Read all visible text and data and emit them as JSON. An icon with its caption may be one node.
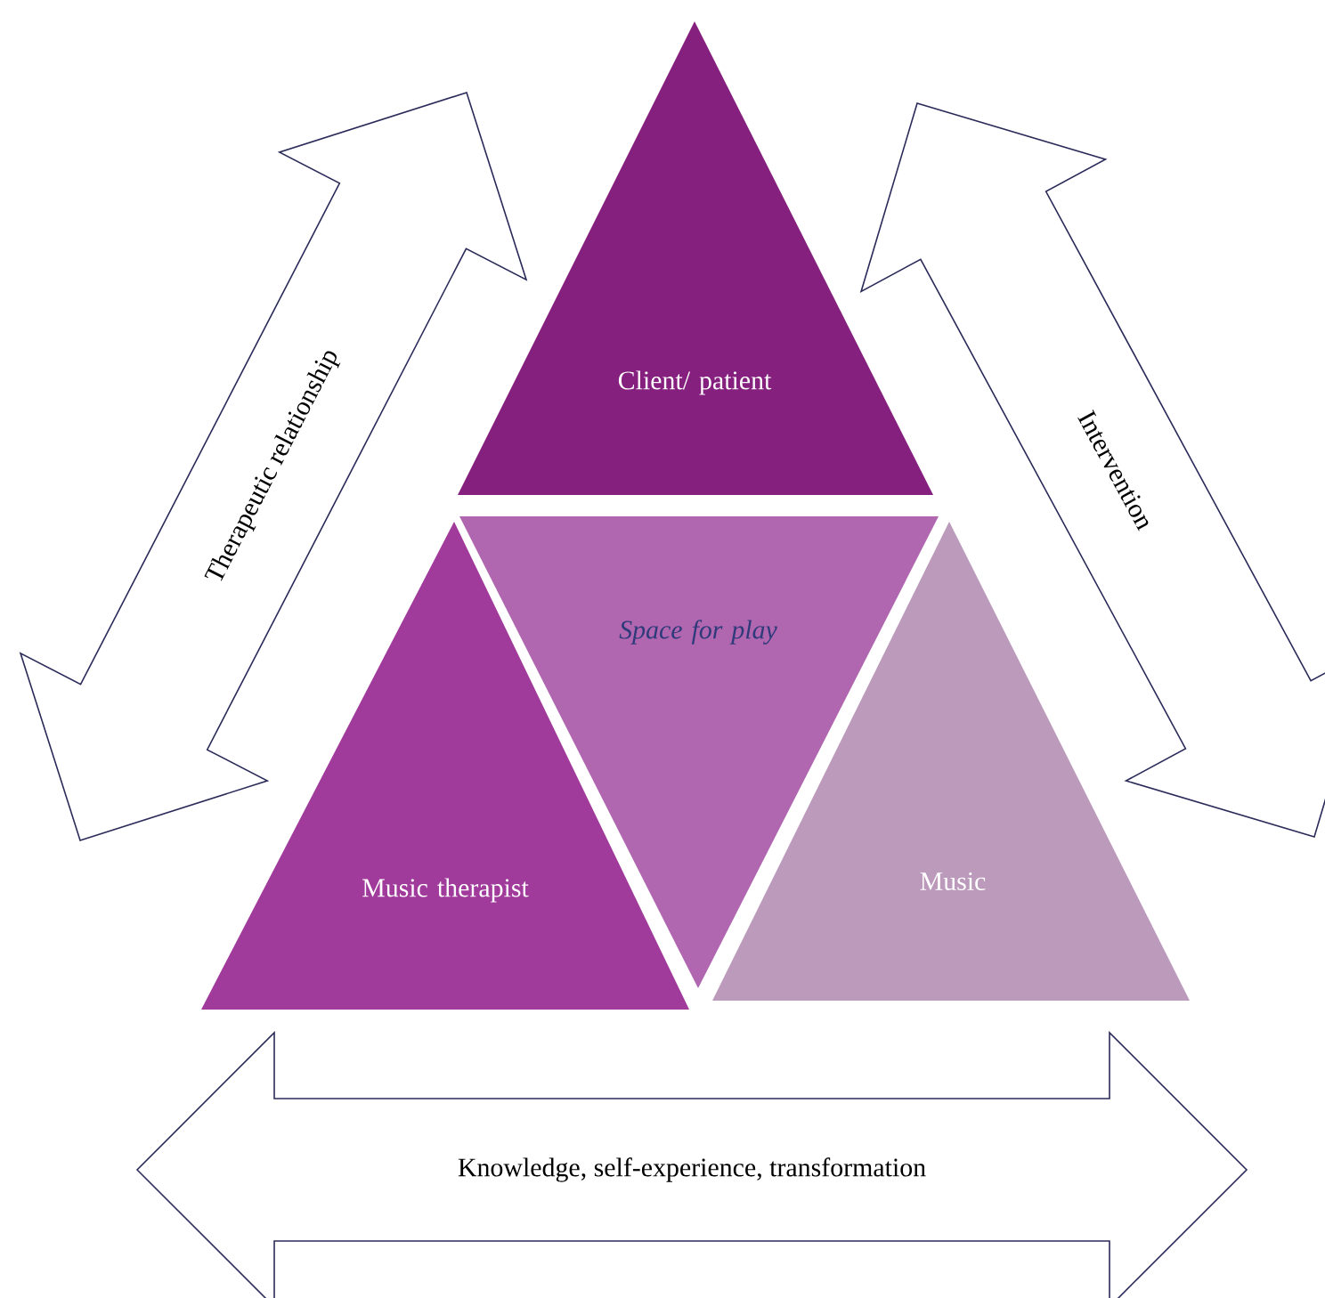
{
  "diagram": {
    "nodes": [
      {
        "text": [
          "Client/ patient"
        ]
      },
      {
        "text": [
          "Therapeutic relationship"
        ]
      },
      {
        "text": [
          "Intervention"
        ]
      },
      {
        "text": [
          "Space for play"
        ]
      },
      {
        "text": [
          "Music therapist"
        ]
      },
      {
        "text": [
          "Music"
        ]
      },
      {
        "text": [
          "Knowledge, self-experience, transformation"
        ]
      }
    ]
  }
}
